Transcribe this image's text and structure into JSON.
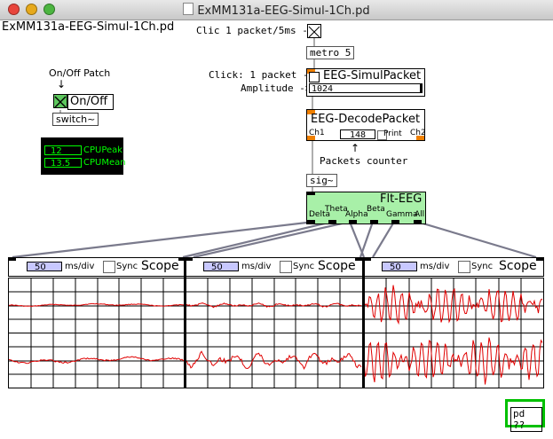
{
  "window": {
    "title": "ExMM131a-EEG-Simul-1Ch.pd",
    "doc_label": "ExMM131a-EEG-Simul-1Ch.pd"
  },
  "colors": {
    "orange": "#f08000",
    "green_gui": "#a8f0a8",
    "cpu_bg": "#000000",
    "cpu_green": "#00ff00",
    "scope_red": "#e00000",
    "numbox_blue": "#c8c8ff",
    "pd_border": "#00c000"
  },
  "top": {
    "clic_label": "Clic 1 packet/5ms ->",
    "metro": "metro 5",
    "click_label": "Click: 1 packet ->",
    "amp_label": "Amplitude ->",
    "simul_title": "EEG-SimulPacket",
    "amplitude_value": "1024",
    "decode_title": "EEG-DecodePacket",
    "ch1": "Ch1",
    "ch2": "Ch2",
    "packet_count": "148",
    "print": "Print",
    "packets_counter": "Packets counter",
    "sig": "sig~"
  },
  "onoff": {
    "patch_label": "On/Off Patch",
    "arrow": "↓",
    "toggle_label": "On/Off",
    "switch": "switch~"
  },
  "cpu": {
    "peak_value": "12",
    "peak_label": "CPUPeak",
    "mean_value": "13.5",
    "mean_label": "CPUMean"
  },
  "filter": {
    "title": "Flt-EEG",
    "outputs": [
      "Delta",
      "Theta",
      "Alpha",
      "Beta",
      "Gamma",
      "All"
    ]
  },
  "scopes": [
    {
      "msdiv_value": "50",
      "msdiv_label": "ms/div",
      "sync": "Sync",
      "title": "Scope"
    },
    {
      "msdiv_value": "50",
      "msdiv_label": "ms/div",
      "sync": "Sync",
      "title": "Scope"
    },
    {
      "msdiv_value": "50",
      "msdiv_label": "ms/div",
      "sync": "Sync",
      "title": "Scope"
    }
  ],
  "pd_button": "pd ??"
}
